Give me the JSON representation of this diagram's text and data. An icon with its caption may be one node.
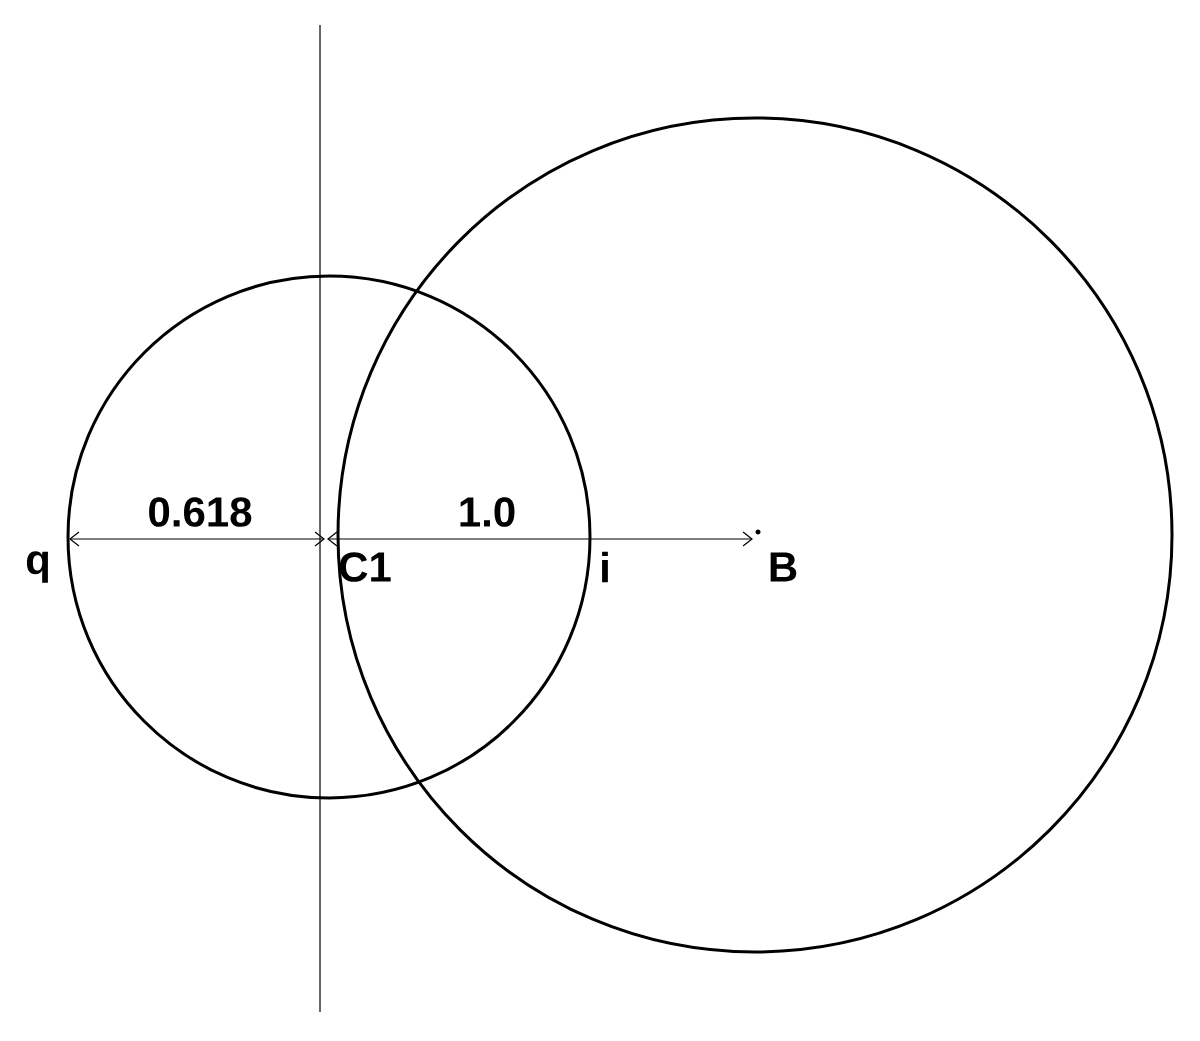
{
  "diagram": {
    "labels": [
      "0.618",
      "1.0",
      "q",
      "C1",
      "i",
      "B"
    ]
  }
}
